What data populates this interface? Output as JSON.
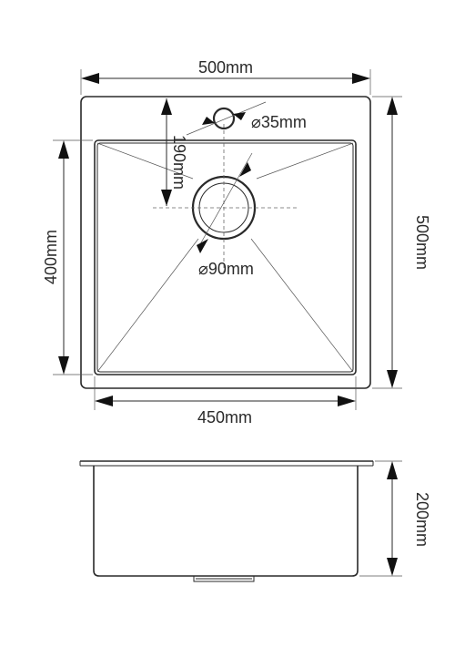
{
  "top_view": {
    "overall_width_label": "500mm",
    "overall_depth_label": "500mm",
    "bowl_width_label": "450mm",
    "bowl_depth_label": "400mm",
    "tap_hole_label": "⌀35mm",
    "drain_offset_label": "190mm",
    "drain_diameter_label": "⌀90mm"
  },
  "side_view": {
    "depth_label": "200mm"
  }
}
